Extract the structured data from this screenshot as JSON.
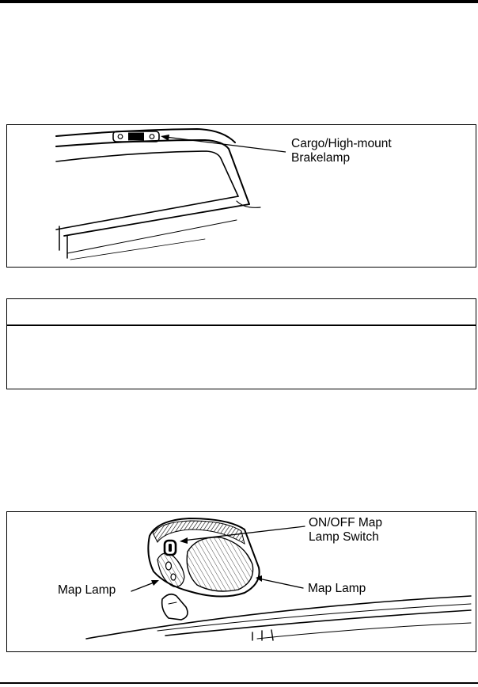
{
  "figure1": {
    "callout": {
      "line1": "Cargo/High-mount",
      "line2": "Brakelamp"
    }
  },
  "figure2": {
    "switch_callout": {
      "line1": "ON/OFF Map",
      "line2": "Lamp Switch"
    },
    "left_lamp_label": "Map Lamp",
    "right_lamp_label": "Map Lamp"
  }
}
